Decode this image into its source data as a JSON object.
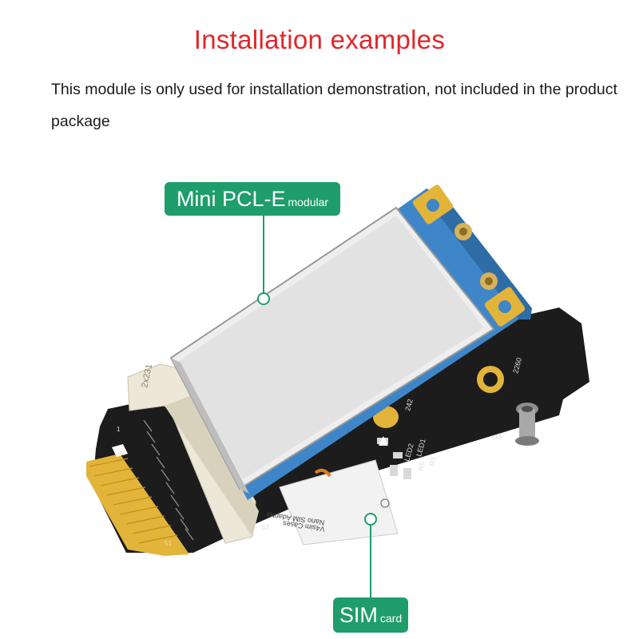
{
  "title": "Installation examples",
  "description": "This module is only used for installation demonstration, not included in the product package",
  "labels": {
    "module": {
      "main": "Mini PCL-E",
      "suffix": "modular"
    },
    "sim": {
      "main": "SIM",
      "suffix": "card"
    }
  },
  "board_marks": {
    "h3": "H3",
    "size_2260": "2260",
    "size_2242": "242",
    "led1": "LED1",
    "led2": "LED2",
    "r5": "R5",
    "r6": "R6",
    "pin_1": "1",
    "pin_m": "M",
    "pin_51": "51",
    "pin_52": "52"
  },
  "sim_card_text": {
    "line1": "Nano SIM Adapter",
    "line2": "V4sim Cases"
  },
  "connector_mark": "2x231",
  "colors": {
    "title": "#e0262a",
    "label_bg": "#1f9d6b",
    "pcb": "#1c1c1c",
    "module_pcb": "#3f86c8",
    "shield": "#e9e9e9",
    "gold": "#e3b43a"
  }
}
